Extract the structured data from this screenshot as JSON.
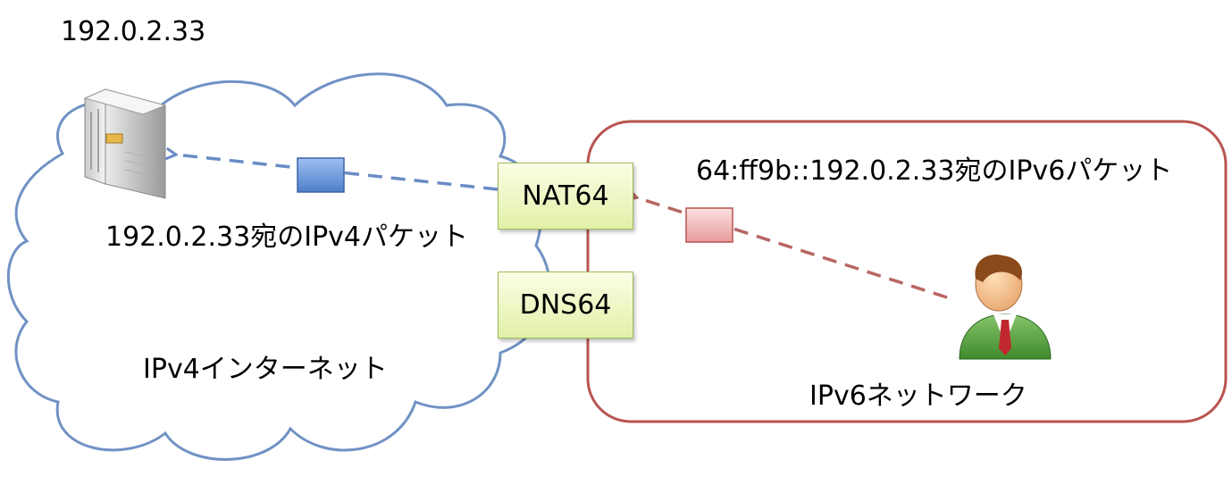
{
  "labels": {
    "server_ip": "192.0.2.33",
    "ipv4_packet": "192.0.2.33宛のIPv4パケット",
    "ipv6_packet": "64:ff9b::192.0.2.33宛のIPv6パケット",
    "ipv4_internet": "IPv4インターネット",
    "ipv6_network": "IPv6ネットワーク"
  },
  "gateways": {
    "nat64": "NAT64",
    "dns64": "DNS64"
  },
  "icons": {
    "server": "server-icon",
    "user": "user-icon"
  },
  "colors": {
    "ipv4_cloud_outline": "#7092c4",
    "ipv6_network_outline": "#b85450",
    "ipv4_arrow": "#6a8cc6",
    "ipv6_arrow": "#b86662",
    "ipv4_packet_fill": "#6a95db",
    "ipv6_packet_fill": "#f0b4b4",
    "gateway_border": "#9bbb59",
    "gateway_fill": "#eef7c4"
  }
}
